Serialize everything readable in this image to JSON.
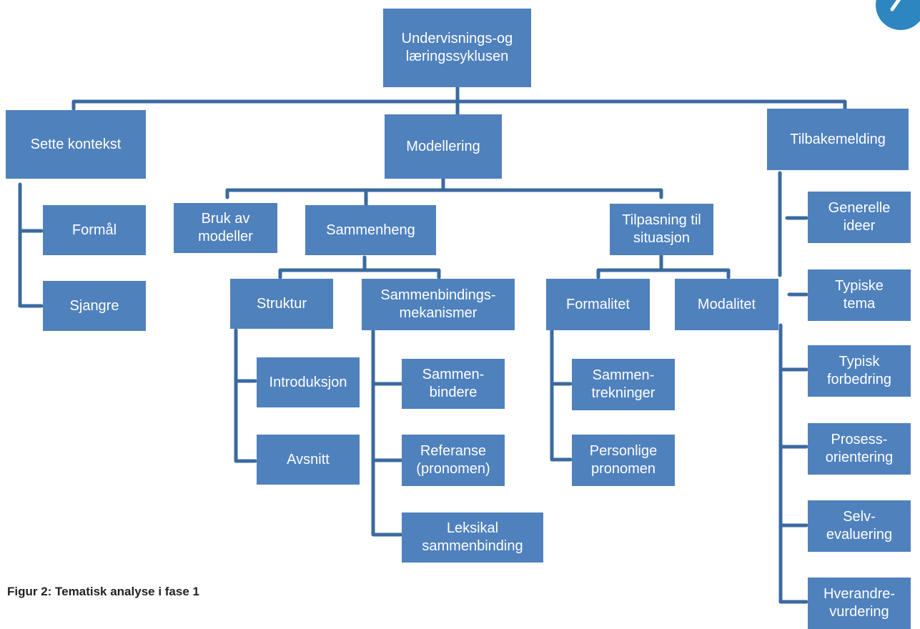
{
  "nodes": {
    "root": "Undervisnings-og\nlæringssyklusen",
    "sette_kontekst": "Sette kontekst",
    "formal": "Formål",
    "sjangre": "Sjangre",
    "modellering": "Modellering",
    "bruk_av_modeller": "Bruk av\nmodeller",
    "sammenheng": "Sammenheng",
    "struktur": "Struktur",
    "introduksjon": "Introduksjon",
    "avsnitt": "Avsnitt",
    "sammenbindingsmekanismer": "Sammenbindings-\nmekanismer",
    "sammenbindere": "Sammen-\nbindere",
    "referanse": "Referanse\n(pronomen)",
    "leksikal": "Leksikal\nsammenbinding",
    "tilpasning": "Tilpasning til\nsituasjon",
    "formalitet": "Formalitet",
    "sammentrekninger": "Sammen-\ntrekninger",
    "personlige_pronomen": "Personlige\npronomen",
    "modalitet": "Modalitet",
    "tilbakemelding": "Tilbakemelding",
    "generelle_ideer": "Generelle\nideer",
    "typiske_tema": "Typiske\ntema",
    "typisk_forbedring": "Typisk\nforbedring",
    "prosessorientering": "Prosess-\norientering",
    "selvevaluering": "Selv-\nevaluering",
    "hverandrevurdering": "Hverandre-\nvurdering"
  },
  "caption": "Figur 2: Tematisk analyse i fase 1",
  "colors": {
    "node_fill": "#4f81bd",
    "connector": "#3b6aa0",
    "node_text": "#ffffff"
  }
}
